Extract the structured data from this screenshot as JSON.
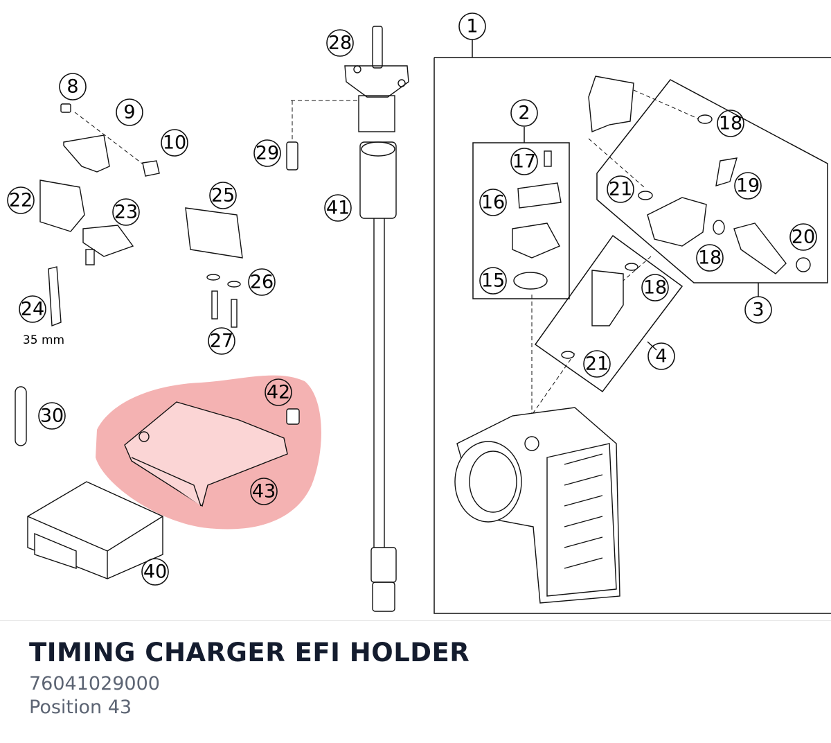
{
  "part": {
    "title": "TIMING CHARGER EFI HOLDER",
    "number": "76041029000",
    "position": "Position 43"
  },
  "diagram": {
    "highlight_color": "#f2a5a5",
    "dimension_label": "35 mm",
    "callouts": [
      "1",
      "2",
      "3",
      "4",
      "8",
      "9",
      "10",
      "15",
      "16",
      "17",
      "18",
      "18",
      "18",
      "19",
      "20",
      "21",
      "21",
      "22",
      "23",
      "24",
      "25",
      "26",
      "27",
      "28",
      "29",
      "30",
      "40",
      "41",
      "42",
      "43"
    ]
  }
}
